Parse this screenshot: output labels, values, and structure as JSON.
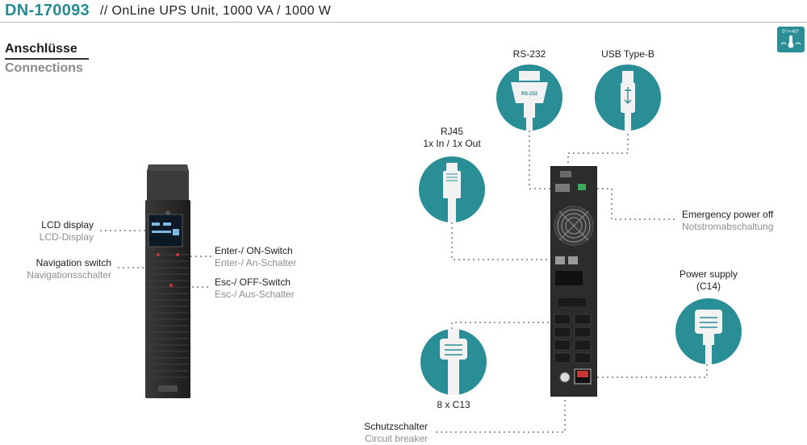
{
  "header": {
    "product_code": "DN-170093",
    "subtitle": "//  OnLine UPS Unit, 1000 VA / 1000 W"
  },
  "section": {
    "title": "Anschlüsse",
    "subtitle": "Connections"
  },
  "temperature_badge": {
    "text": "0°/+40°",
    "icon": "thermometer-icon"
  },
  "front_labels": {
    "lcd_en": "LCD display",
    "lcd_de": "LCD-Display",
    "nav_en": "Navigation switch",
    "nav_de": "Navigationsschalter",
    "enter_en": "Enter-/ ON-Switch",
    "enter_de": "Enter-/ An-Schalter",
    "esc_en": "Esc-/ OFF-Switch",
    "esc_de": "Esc-/ Aus-Schalter"
  },
  "rear_labels": {
    "rs232": "RS-232",
    "rs232_plug_text": "RS-232",
    "usb": "USB Type-B",
    "rj45": "RJ45",
    "rj45_sub": "1x In / 1x Out",
    "epo_en": "Emergency power off",
    "epo_de": "Notstromabschaltung",
    "power_en": "Power supply",
    "power_sub": "(C14)",
    "c13": "8 x C13",
    "breaker_de": "Schutzschalter",
    "breaker_en": "Circuit breaker"
  },
  "colors": {
    "accent": "#2a8e96",
    "dark_text": "#1e1e1e",
    "gray_text": "#8e8e8e",
    "device": "#2b2b2b"
  }
}
